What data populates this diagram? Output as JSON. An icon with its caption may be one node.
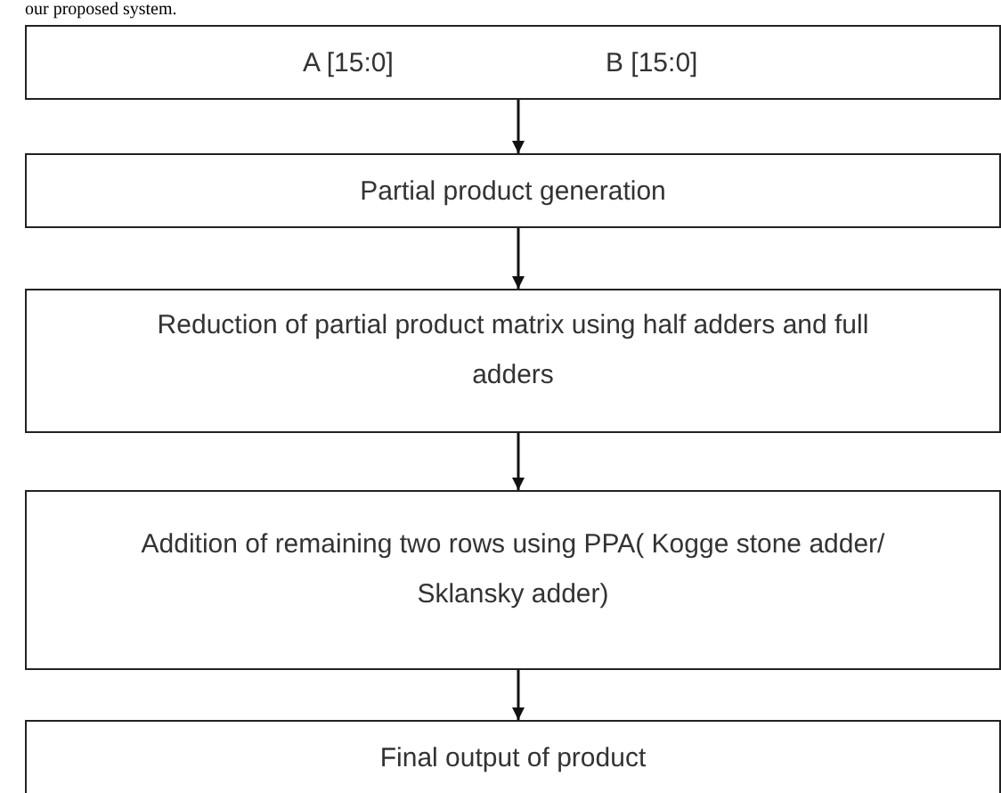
{
  "diagram": {
    "nodes": [
      {
        "text": [
          "A [15:0]",
          "B [15:0]"
        ]
      },
      {
        "text": [
          "Partial product generation"
        ]
      },
      {
        "text": [
          "Reduction of partial product matrix using half adders and full adders"
        ]
      },
      {
        "text": [
          "Addition of remaining two rows using  PPA( Kogge stone adder/ Sklansky adder)"
        ]
      },
      {
        "text": [
          "Final output of product"
        ]
      }
    ],
    "edges": [
      {
        "from": 0,
        "to": 1,
        "arrow": "to"
      },
      {
        "from": 1,
        "to": 2,
        "arrow": "to"
      },
      {
        "from": 2,
        "to": 3,
        "arrow": "to"
      },
      {
        "from": 3,
        "to": 4,
        "arrow": "to"
      }
    ],
    "labels": [
      "our proposed system."
    ]
  }
}
